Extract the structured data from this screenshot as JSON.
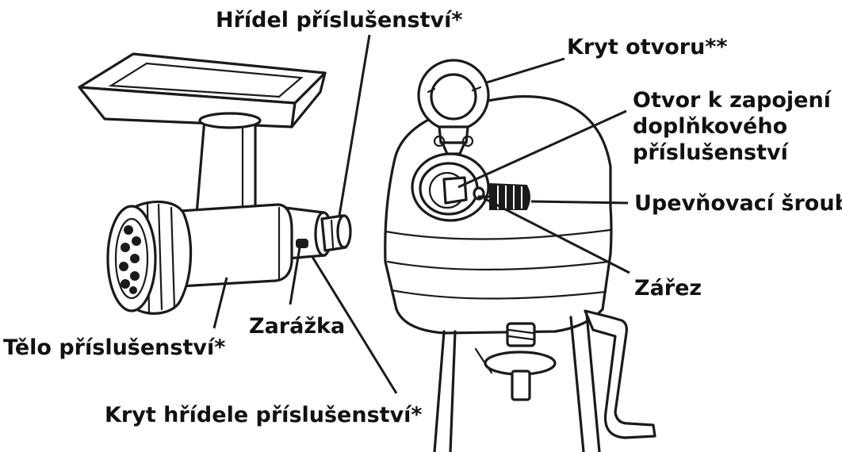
{
  "labels": {
    "accessory_shaft": "Hřídel příslušenství*",
    "hub_cover": "Kryt otvoru**",
    "attachment_hub": [
      "Otvor k zapojení",
      "doplňkového",
      "příslušenství"
    ],
    "hub_knob": "Upevňovací šroub",
    "notch": "Zářez",
    "pin": "Zarážka",
    "accessory_body": "Tělo příslušenství*",
    "shaft_housing": "Kryt hřídele příslušenství*"
  }
}
